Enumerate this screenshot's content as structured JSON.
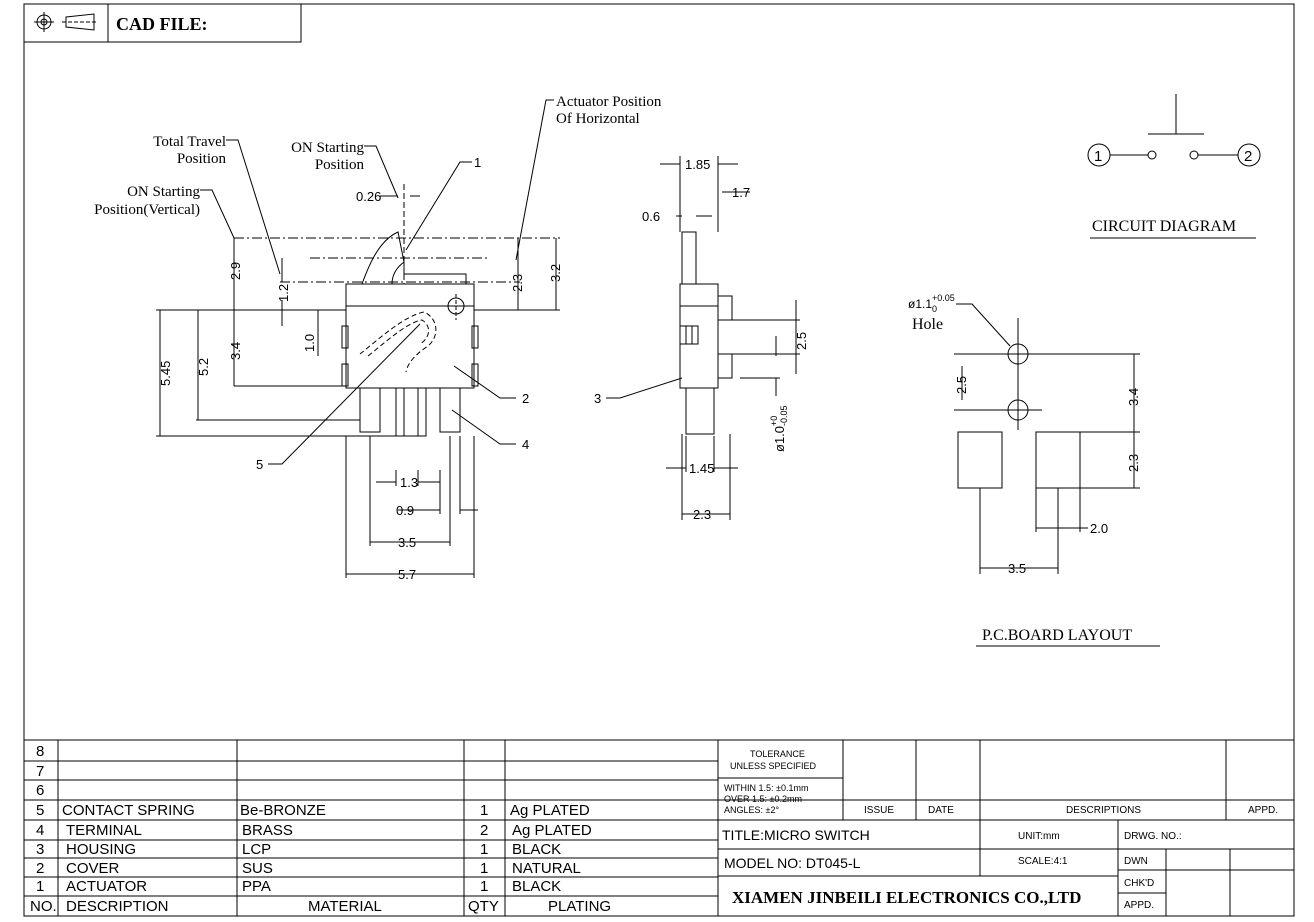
{
  "header": {
    "cad_label": "CAD FILE:"
  },
  "annotations": {
    "total_travel": [
      "Total Travel",
      "Position"
    ],
    "on_start": [
      "ON Starting",
      "Position"
    ],
    "on_start_vertical": [
      "ON Starting",
      "Position(Vertical)"
    ],
    "actuator_horizontal": [
      "Actuator Position",
      "Of Horizontal"
    ],
    "hole_label": "Hole",
    "hole_dia_main": "ø1.1",
    "hole_tol_plus": "+0.05",
    "hole_tol_minus": "0",
    "pin_dia_main": "ø1.0",
    "pin_tol_plus": "+0",
    "pin_tol_minus": "-0.05"
  },
  "callouts": {
    "c1": "1",
    "c2": "2",
    "c3": "3",
    "c4": "4",
    "c5": "5"
  },
  "dimensions": {
    "d026": "0.26",
    "d29": "2.9",
    "d12": "1.2",
    "d23a": "2.3",
    "d32": "3.2",
    "d545": "5.45",
    "d52": "5.2",
    "d34a": "3.4",
    "d10": "1.0",
    "d13": "1.3",
    "d09": "0.9",
    "d35a": "3.5",
    "d57": "5.7",
    "d185": "1.85",
    "d17": "1.7",
    "d06": "0.6",
    "d25a": "2.5",
    "d145": "1.45",
    "d23b": "2.3",
    "d25b": "2.5",
    "d34b": "3.4",
    "d23c": "2.3",
    "d20": "2.0",
    "d35b": "3.5"
  },
  "circuit": {
    "title": "CIRCUIT DIAGRAM",
    "terminal_1": "1",
    "terminal_2": "2"
  },
  "pcb": {
    "title": "P.C.BOARD LAYOUT"
  },
  "bom": {
    "row_numbers": [
      "8",
      "7",
      "6"
    ],
    "rows": [
      {
        "no": "5",
        "description": "CONTACT SPRING",
        "material": "Be-BRONZE",
        "qty": "1",
        "plating": "Ag PLATED"
      },
      {
        "no": "4",
        "description": "TERMINAL",
        "material": "BRASS",
        "qty": "2",
        "plating": "Ag PLATED"
      },
      {
        "no": "3",
        "description": "HOUSING",
        "material": "LCP",
        "qty": "1",
        "plating": "BLACK"
      },
      {
        "no": "2",
        "description": "COVER",
        "material": "SUS",
        "qty": "1",
        "plating": "NATURAL"
      },
      {
        "no": "1",
        "description": "ACTUATOR",
        "material": "PPA",
        "qty": "1",
        "plating": "BLACK"
      }
    ],
    "headers": {
      "no": "NO.",
      "description": "DESCRIPTION",
      "material": "MATERIAL",
      "qty": "QTY",
      "plating": "PLATING"
    }
  },
  "titleblock": {
    "tolerance_1": "TOLERANCE",
    "tolerance_2": "UNLESS SPECIFIED",
    "within": "WITHIN 1.5: ±0.1mm",
    "over": "OVER 1.5:  ±0.2mm",
    "angles": "ANGLES: ±2°",
    "issue": "ISSUE",
    "date": "DATE",
    "descriptions": "DESCRIPTIONS",
    "appd_header": "APPD.",
    "title": "TITLE:MICRO  SWITCH",
    "model": "MODEL  NO: DT045-L",
    "unit": "UNIT:mm",
    "scale": "SCALE:4:1",
    "drwg_no": "DRWG. NO.:",
    "dwn": "DWN",
    "chkd": "CHK'D",
    "appd": "APPD.",
    "company": "XIAMEN JINBEILI ELECTRONICS CO.,LTD"
  }
}
